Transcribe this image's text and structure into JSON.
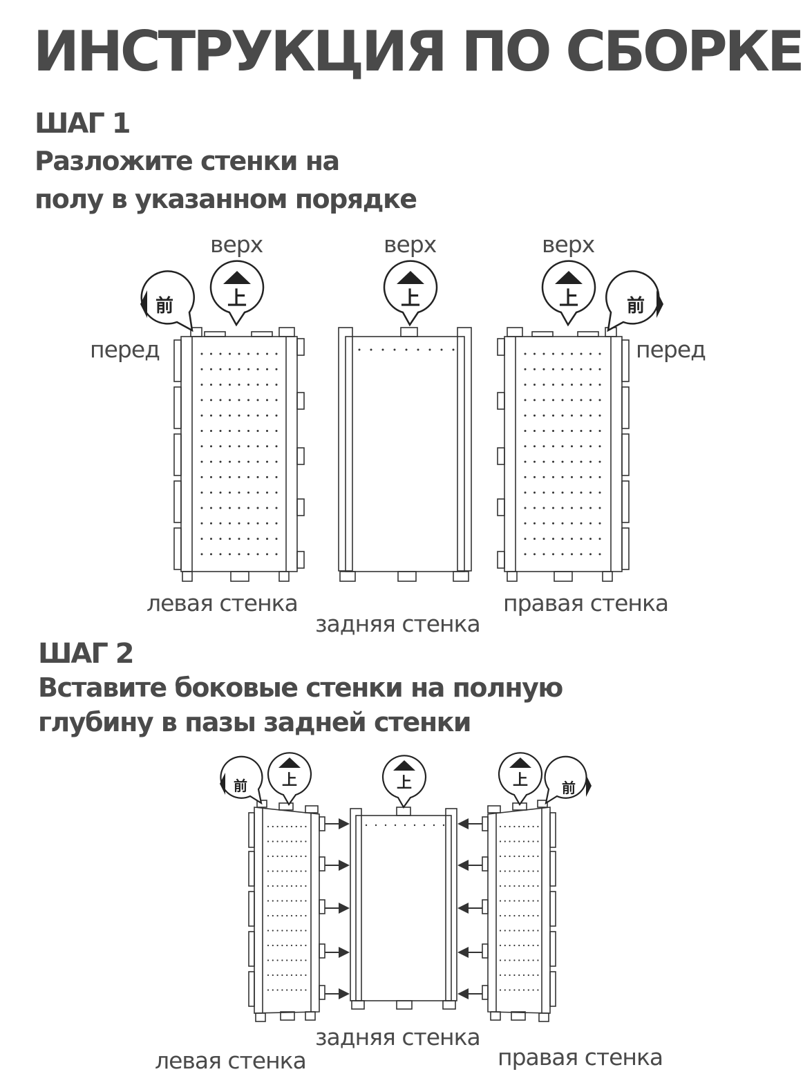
{
  "title": "ИНСТРУКЦИЯ ПО СБОРКЕ",
  "step1": {
    "heading": "ШАГ 1",
    "desc_line1": "Разложите стенки на",
    "desc_line2": "полу в указанном порядке",
    "top_label": "верх",
    "front_label": "перед",
    "left_wall": "левая стенка",
    "back_wall": "задняя стенка",
    "right_wall": "правая стенка"
  },
  "step2": {
    "heading": "ШАГ 2",
    "desc_line1": "Вставите боковые стенки на полную",
    "desc_line2": "глубину в пазы задней стенки",
    "left_wall": "левая стенка",
    "back_wall": "задняя стенка",
    "right_wall": "правая стенка"
  },
  "icons": {
    "up_glyph": "上",
    "front_glyph": "前"
  }
}
